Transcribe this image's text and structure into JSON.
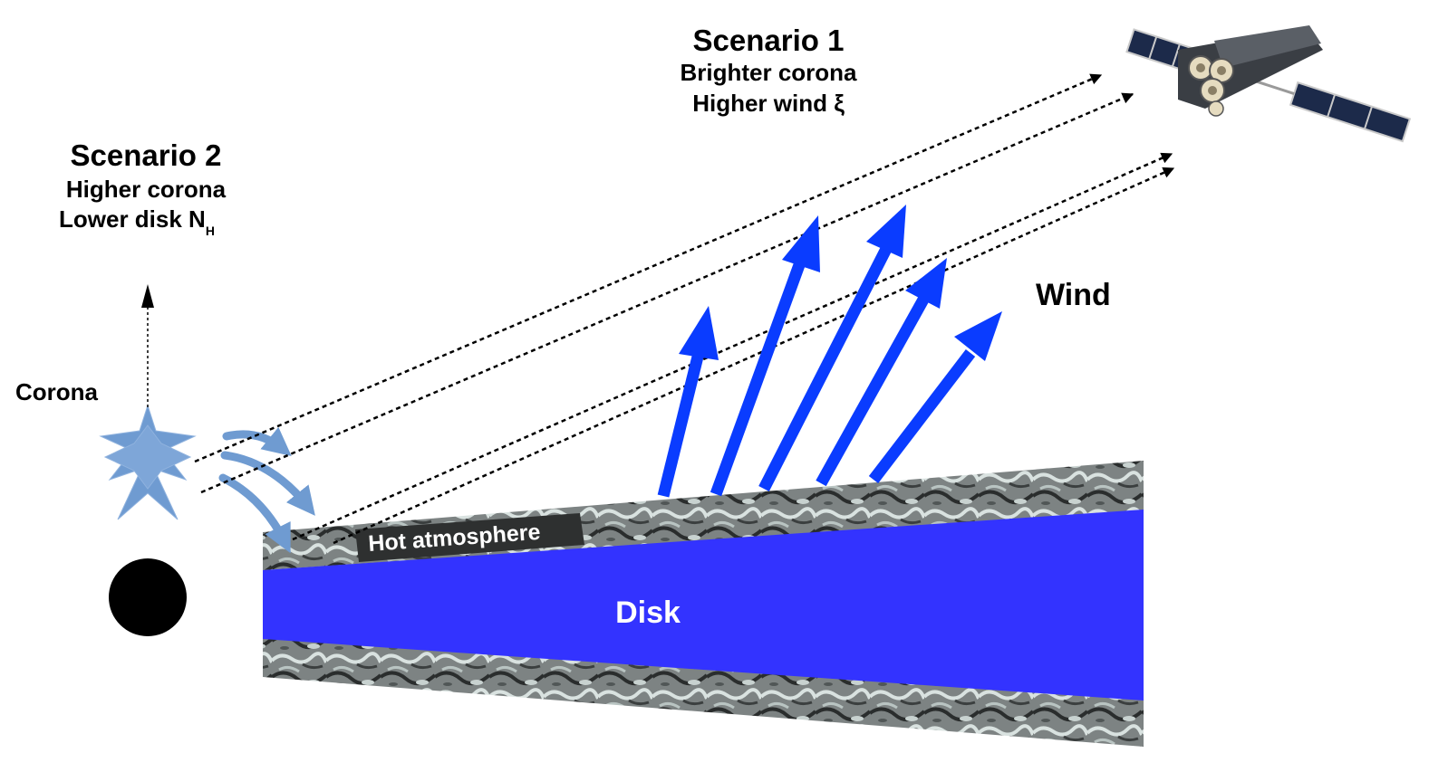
{
  "scenario1": {
    "title": "Scenario 1",
    "line1": "Brighter corona",
    "line2": "Higher wind ξ"
  },
  "scenario2": {
    "title": "Scenario 2",
    "line1": "Higher corona",
    "line2_main": "Lower disk N",
    "line2_sub": "H"
  },
  "labels": {
    "corona": "Corona",
    "wind": "Wind",
    "hot_atmosphere": "Hot atmosphere",
    "disk": "Disk"
  },
  "colors": {
    "disk": "#3333ff",
    "wind_arrows": "#0a3cff",
    "corona": "#6f9bd1",
    "black_hole": "#000000",
    "atmosphere_texture": "#8a8f8f"
  },
  "icons": {
    "satellite": "satellite-icon",
    "corona": "star-icon",
    "black_hole": "circle-icon"
  }
}
